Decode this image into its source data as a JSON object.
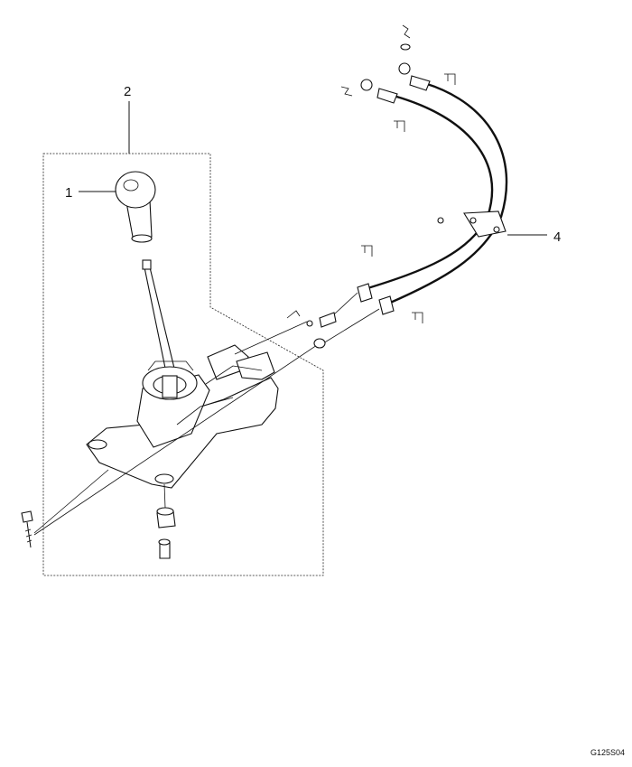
{
  "callouts": [
    {
      "id": "1",
      "text": "1"
    },
    {
      "id": "2",
      "text": "2"
    },
    {
      "id": "4",
      "text": "4"
    }
  ],
  "figure_code": "G125S04"
}
